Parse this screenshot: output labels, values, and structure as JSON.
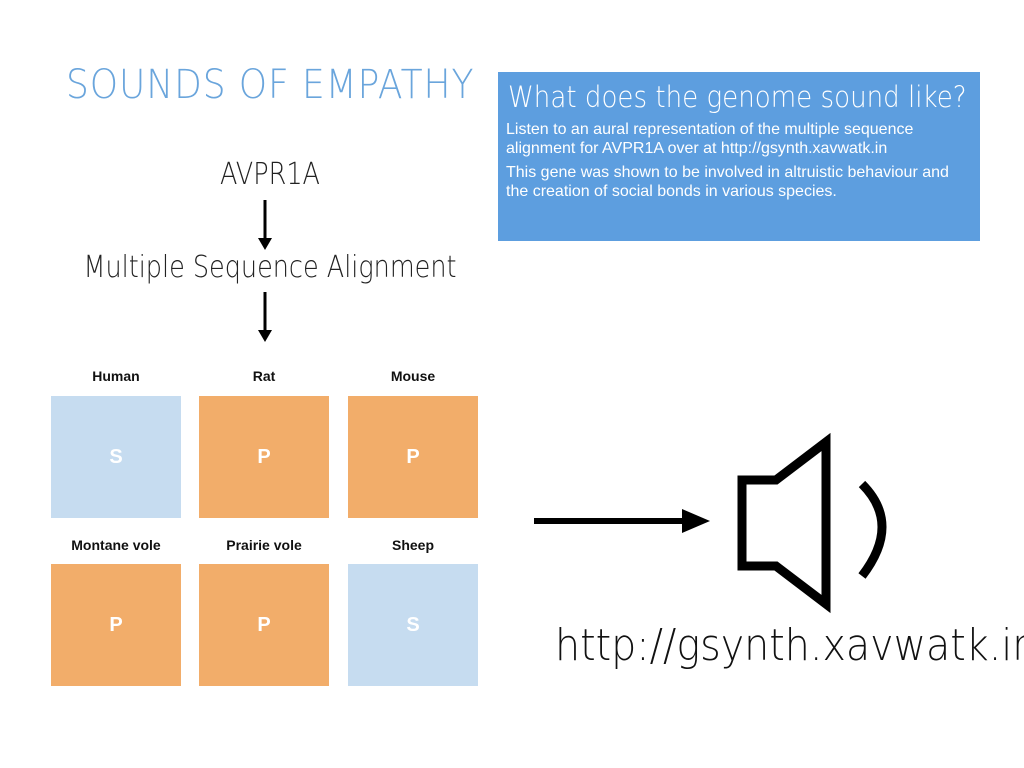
{
  "title": "SOUNDS OF EMPATHY",
  "info": {
    "heading": "What does the genome sound like?",
    "paragraph1": "Listen to an aural representation of the multiple sequence alignment for AVPR1A over at http://gsynth.xavwatk.in",
    "paragraph2": "This gene was shown to be involved in altruistic behaviour and the creation of social bonds in various species."
  },
  "flow": {
    "gene": "AVPR1A",
    "step": "Multiple Sequence Alignment"
  },
  "alignment": [
    {
      "species": "Human",
      "residue": "S",
      "color": "#c6dcf0"
    },
    {
      "species": "Rat",
      "residue": "P",
      "color": "#f2ad6a"
    },
    {
      "species": "Mouse",
      "residue": "P",
      "color": "#f2ad6a"
    },
    {
      "species": "Montane vole",
      "residue": "P",
      "color": "#f2ad6a"
    },
    {
      "species": "Prairie vole",
      "residue": "P",
      "color": "#f2ad6a"
    },
    {
      "species": "Sheep",
      "residue": "S",
      "color": "#c6dcf0"
    }
  ],
  "speaker_icon": "speaker-icon",
  "url": "http://gsynth.xavwatk.in",
  "colors": {
    "title": "#6aa5dc",
    "infobox": "#5d9edf",
    "serine": "#c6dcf0",
    "proline": "#f2ad6a"
  }
}
